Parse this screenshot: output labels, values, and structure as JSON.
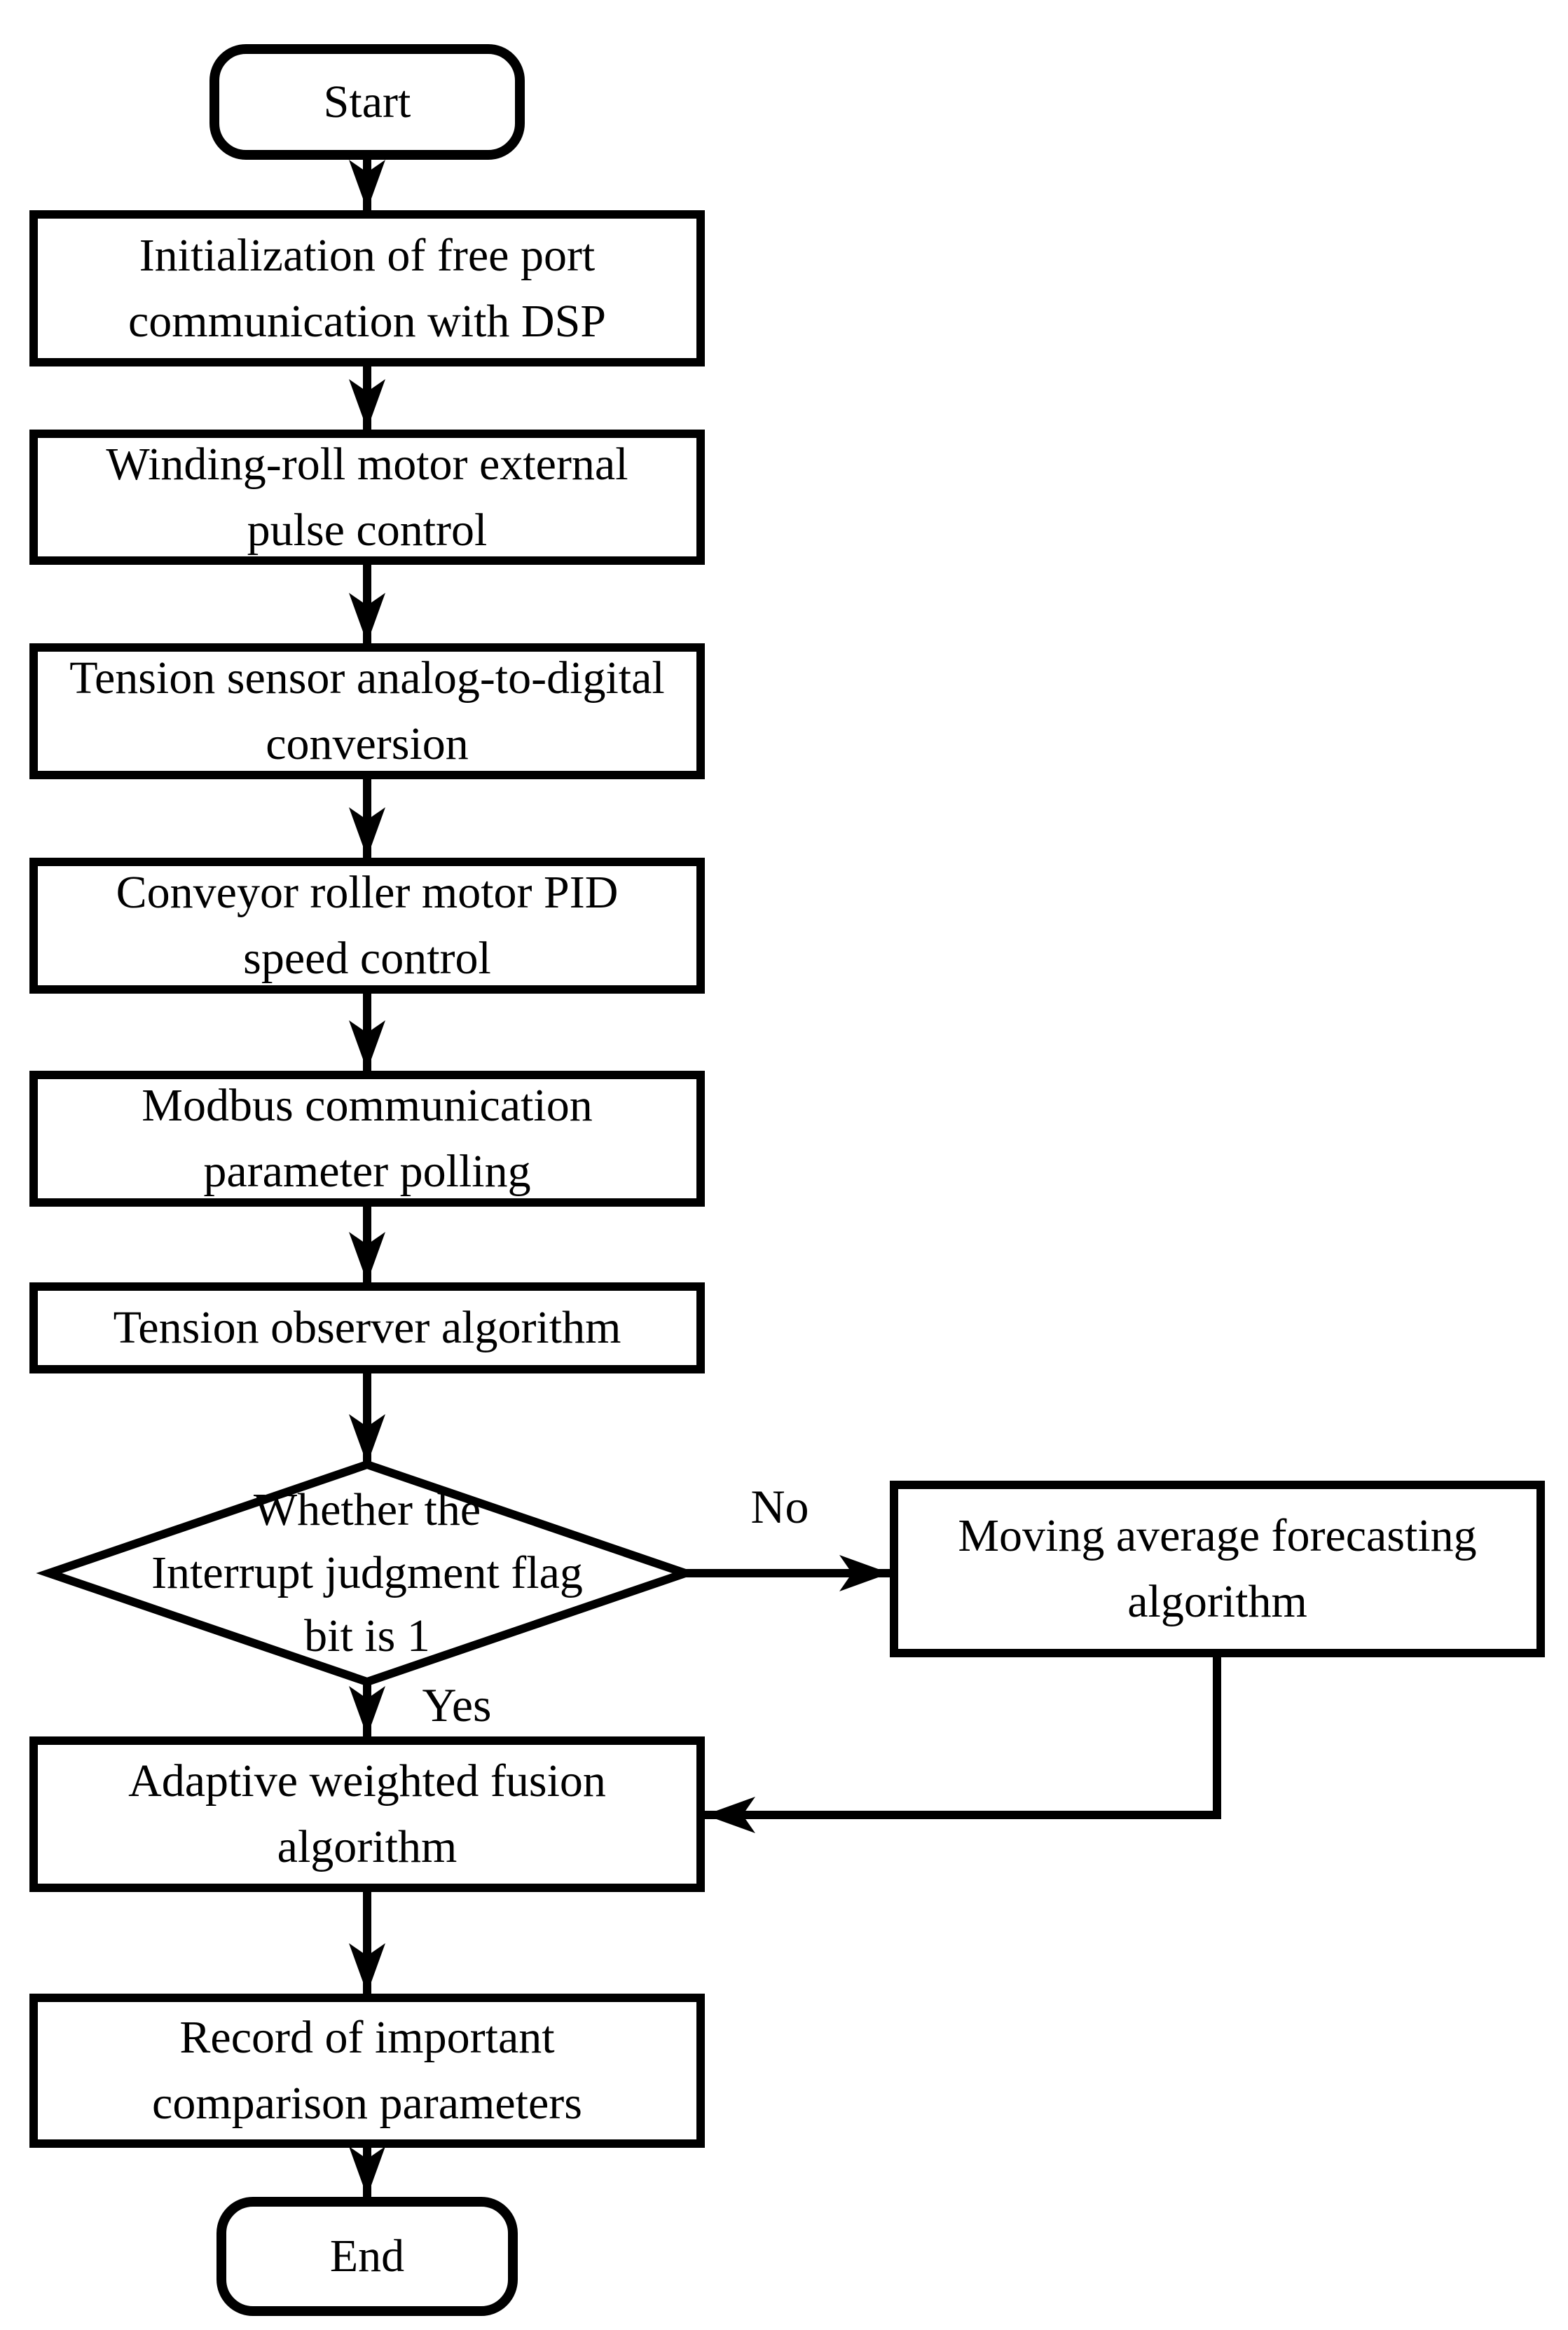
{
  "diagram": {
    "type": "flowchart",
    "colors": {
      "background": "#ffffff",
      "stroke": "#000000",
      "text": "#000000"
    },
    "nodes": {
      "start": {
        "shape": "terminator",
        "label": "Start"
      },
      "init_dsp": {
        "shape": "process",
        "label": "Initialization of free port\ncommunication with DSP"
      },
      "winding_roll": {
        "shape": "process",
        "label": "Winding-roll motor external\npulse control"
      },
      "tension_adc": {
        "shape": "process",
        "label": "Tension sensor analog-to-digital\nconversion"
      },
      "conveyor_pid": {
        "shape": "process",
        "label": "Conveyor roller motor PID\nspeed control"
      },
      "modbus_polling": {
        "shape": "process",
        "label": "Modbus communication\nparameter polling"
      },
      "tension_observer": {
        "shape": "process",
        "label": "Tension observer algorithm"
      },
      "interrupt_decision": {
        "shape": "decision",
        "label": "Whether the\nInterrupt judgment flag\nbit is 1"
      },
      "moving_average": {
        "shape": "process",
        "label": "Moving average forecasting\nalgorithm"
      },
      "adaptive_fusion": {
        "shape": "process",
        "label": "Adaptive weighted fusion\nalgorithm"
      },
      "record_params": {
        "shape": "process",
        "label": "Record of important\ncomparison parameters"
      },
      "end": {
        "shape": "terminator",
        "label": "End"
      }
    },
    "edge_labels": {
      "no": "No",
      "yes": "Yes"
    }
  }
}
